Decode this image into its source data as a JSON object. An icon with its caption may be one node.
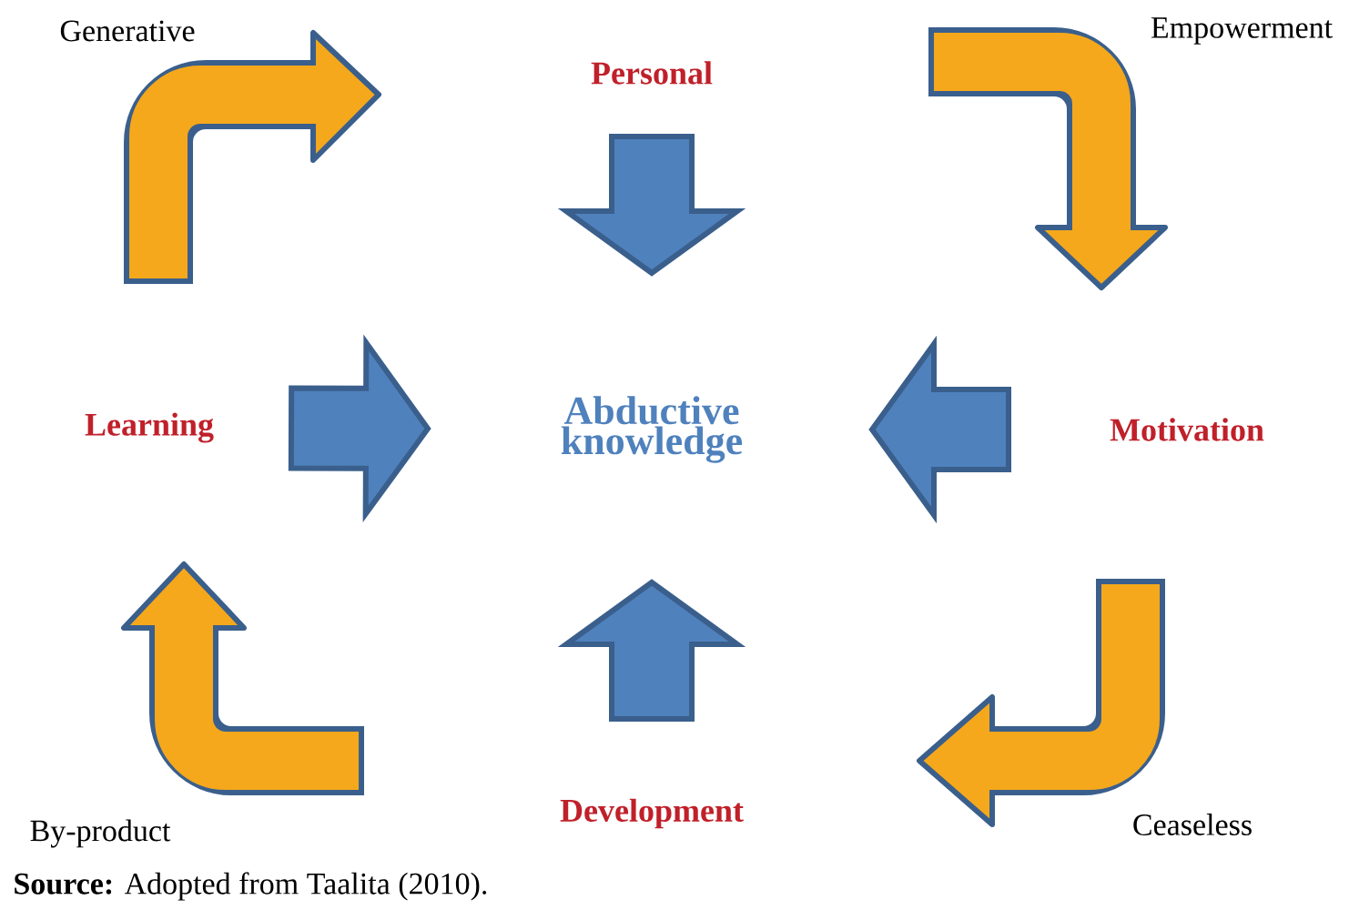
{
  "diagram": {
    "caption": "**Source:**  Adopted from Taalita (2010).",
    "nodes": [
      {
        "text": [
          "Personal"
        ]
      },
      {
        "text": [
          "Learning"
        ]
      },
      {
        "text": [
          "Abductive knowledge"
        ]
      },
      {
        "text": [
          "Motivation"
        ]
      },
      {
        "text": [
          "Development"
        ]
      }
    ],
    "edges": [
      {
        "from": 0,
        "to": 2,
        "arrow": "to"
      },
      {
        "from": 1,
        "to": 2,
        "arrow": "to"
      },
      {
        "from": 3,
        "to": 2,
        "arrow": "to"
      },
      {
        "from": 4,
        "to": 2,
        "arrow": "to"
      }
    ],
    "labels": [
      "Generative",
      "Empowerment",
      "By-product",
      "Ceaseless"
    ]
  }
}
